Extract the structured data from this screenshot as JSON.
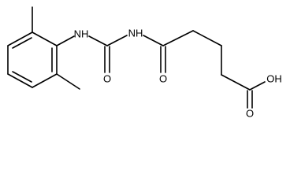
{
  "molecule": {
    "atoms": {
      "nh_aryl": "NH",
      "nh_imide": "NH",
      "o_urea": "O",
      "o_amide": "O",
      "o_acid_carbonyl": "O",
      "oh_acid": "OH"
    }
  },
  "colors": {
    "bond": "#000000",
    "label": "#000000",
    "background": "#ffffff"
  }
}
